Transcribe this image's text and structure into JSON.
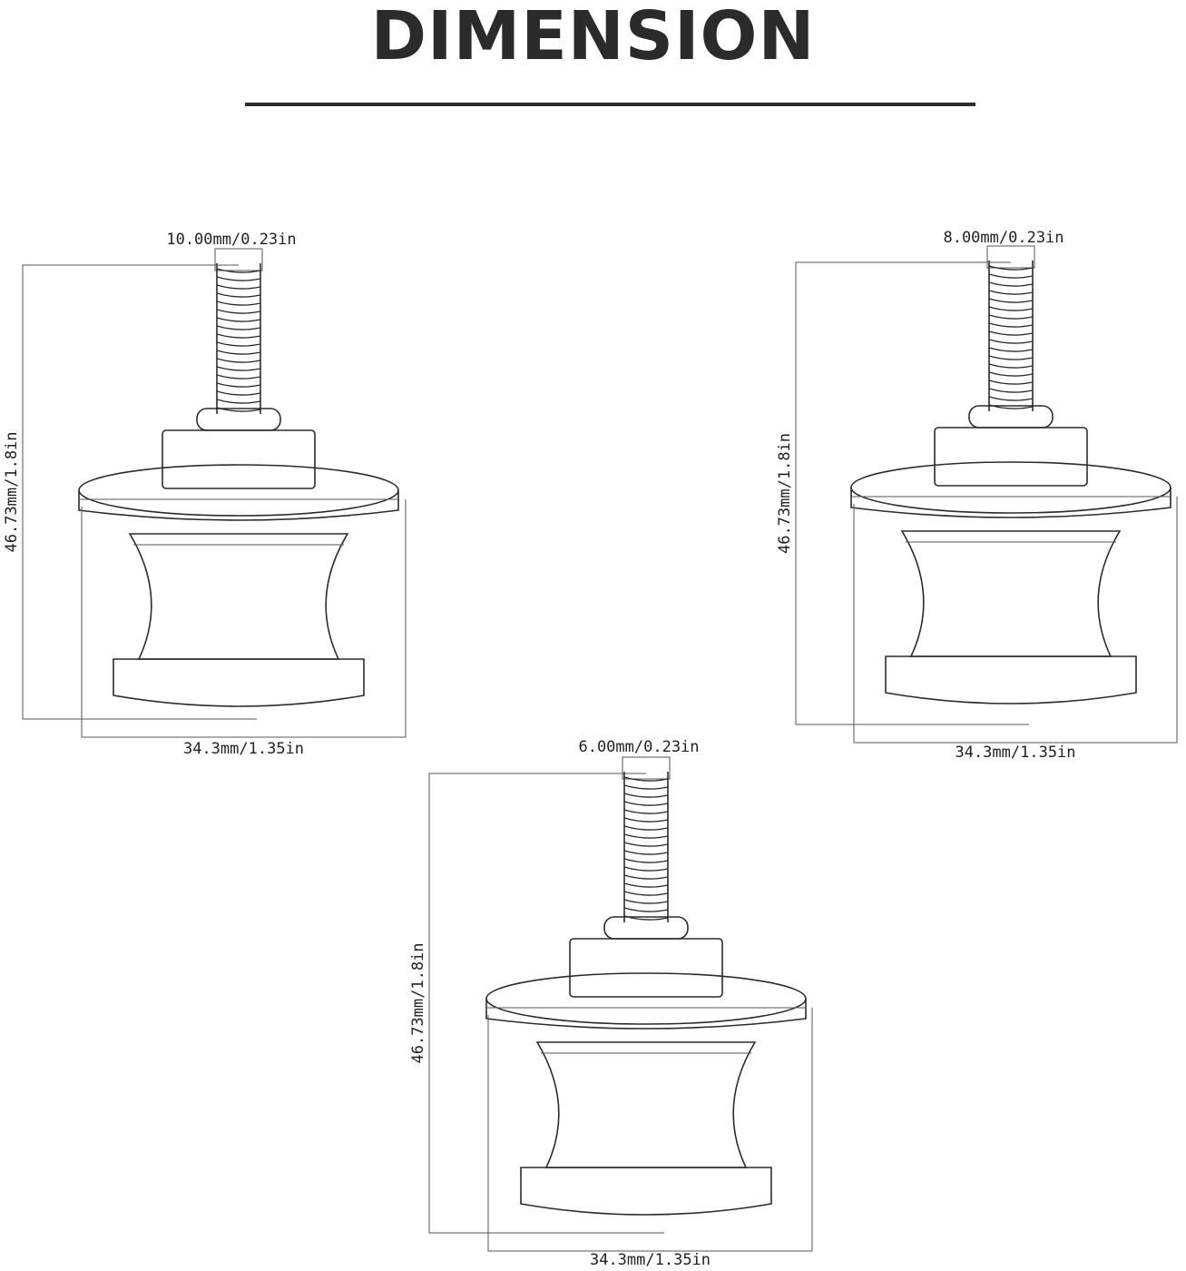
{
  "title": "DIMENSION",
  "spacers": [
    {
      "thread_label": "10.00mm/0.23in",
      "height_label": "46.73mm/1.8in",
      "width_label": "34.3mm/1.35in"
    },
    {
      "thread_label": "8.00mm/0.23in",
      "height_label": "46.73mm/1.8in",
      "width_label": "34.3mm/1.35in"
    },
    {
      "thread_label": "6.00mm/0.23in",
      "height_label": "46.73mm/1.8in",
      "width_label": "34.3mm/1.35in"
    }
  ],
  "colors": {
    "ink": "#2b2b2b",
    "line": "#555555",
    "background": "#ffffff"
  }
}
